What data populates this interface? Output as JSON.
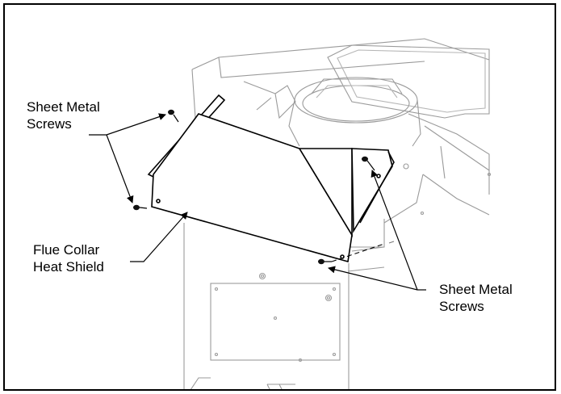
{
  "figure": {
    "callouts": {
      "screws_left": {
        "line1": "Sheet Metal",
        "line2": "Screws"
      },
      "heat_shield": {
        "line1": "Flue Collar",
        "line2": "Heat Shield"
      },
      "screws_right": {
        "line1": "Sheet Metal",
        "line2": "Screws"
      }
    }
  }
}
